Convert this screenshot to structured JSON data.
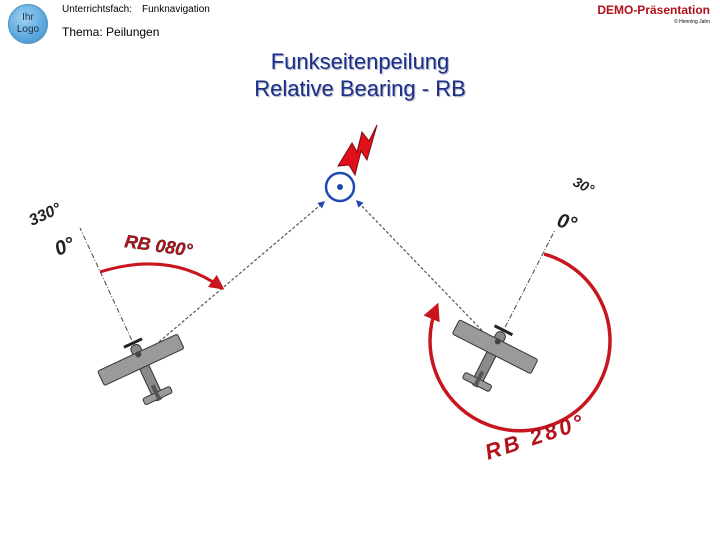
{
  "header": {
    "subject_label": "Unterrichtsfach:",
    "subject_value": "Funknavigation",
    "demo_label": "DEMO-Präsentation",
    "copyright": "© Henning Jahn",
    "topic": "Thema:  Peilungen"
  },
  "logo": {
    "line1": "Ihr",
    "line2": "Logo"
  },
  "title": {
    "line1": "Funkseitenpeilung",
    "line2": "Relative Bearing - RB"
  },
  "diagram": {
    "left_heading_compass": "330°",
    "left_heading_zero": "0°",
    "left_rb_label": "RB 080°",
    "right_heading_compass": "30°",
    "right_heading_zero": "0°",
    "right_rb_label": "RB 280°",
    "colors": {
      "arc": "#c8161e",
      "label": "#b3121a",
      "bearing_line": "#555555",
      "beacon": "#1f49b0",
      "lightning": "#e0101a"
    }
  }
}
